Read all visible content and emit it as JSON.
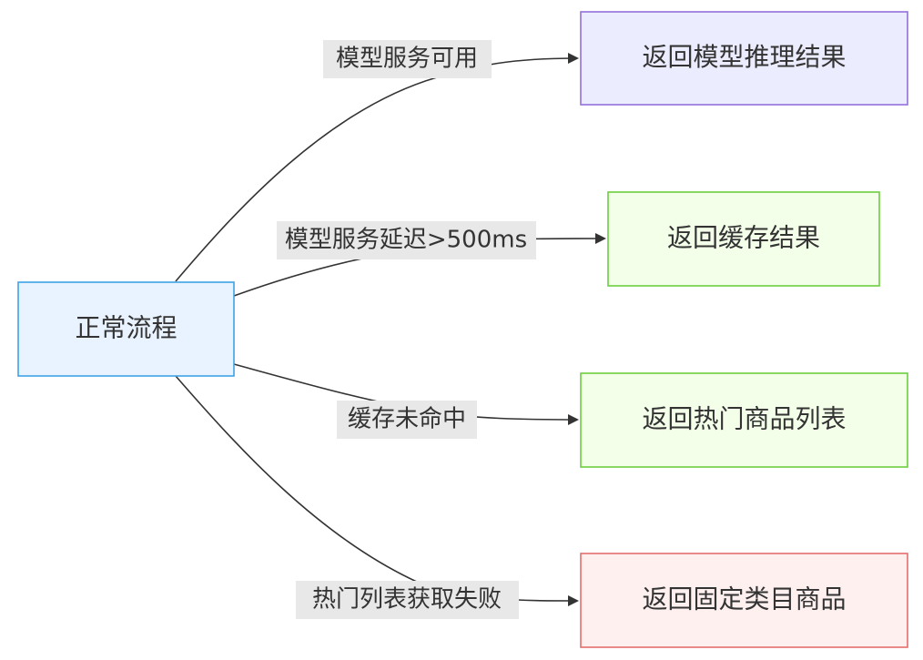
{
  "diagram": {
    "source": {
      "label": "正常流程",
      "fill": "#e8f3ff",
      "stroke": "#3fa2e6"
    },
    "targets": [
      {
        "label": "返回模型推理结果",
        "fill": "#ececff",
        "stroke": "#9370db"
      },
      {
        "label": "返回缓存结果",
        "fill": "#f4ffea",
        "stroke": "#6ccf3f"
      },
      {
        "label": "返回热门商品列表",
        "fill": "#f4ffea",
        "stroke": "#6ccf3f"
      },
      {
        "label": "返回固定类目商品",
        "fill": "#fff0f0",
        "stroke": "#e46e6e"
      }
    ],
    "edges": [
      {
        "label": "模型服务可用"
      },
      {
        "label": "模型服务延迟>500ms"
      },
      {
        "label": "缓存未命中"
      },
      {
        "label": "热门列表获取失败"
      }
    ],
    "colors": {
      "edge": "#333333",
      "label_bg": "#e8e8e8"
    }
  }
}
